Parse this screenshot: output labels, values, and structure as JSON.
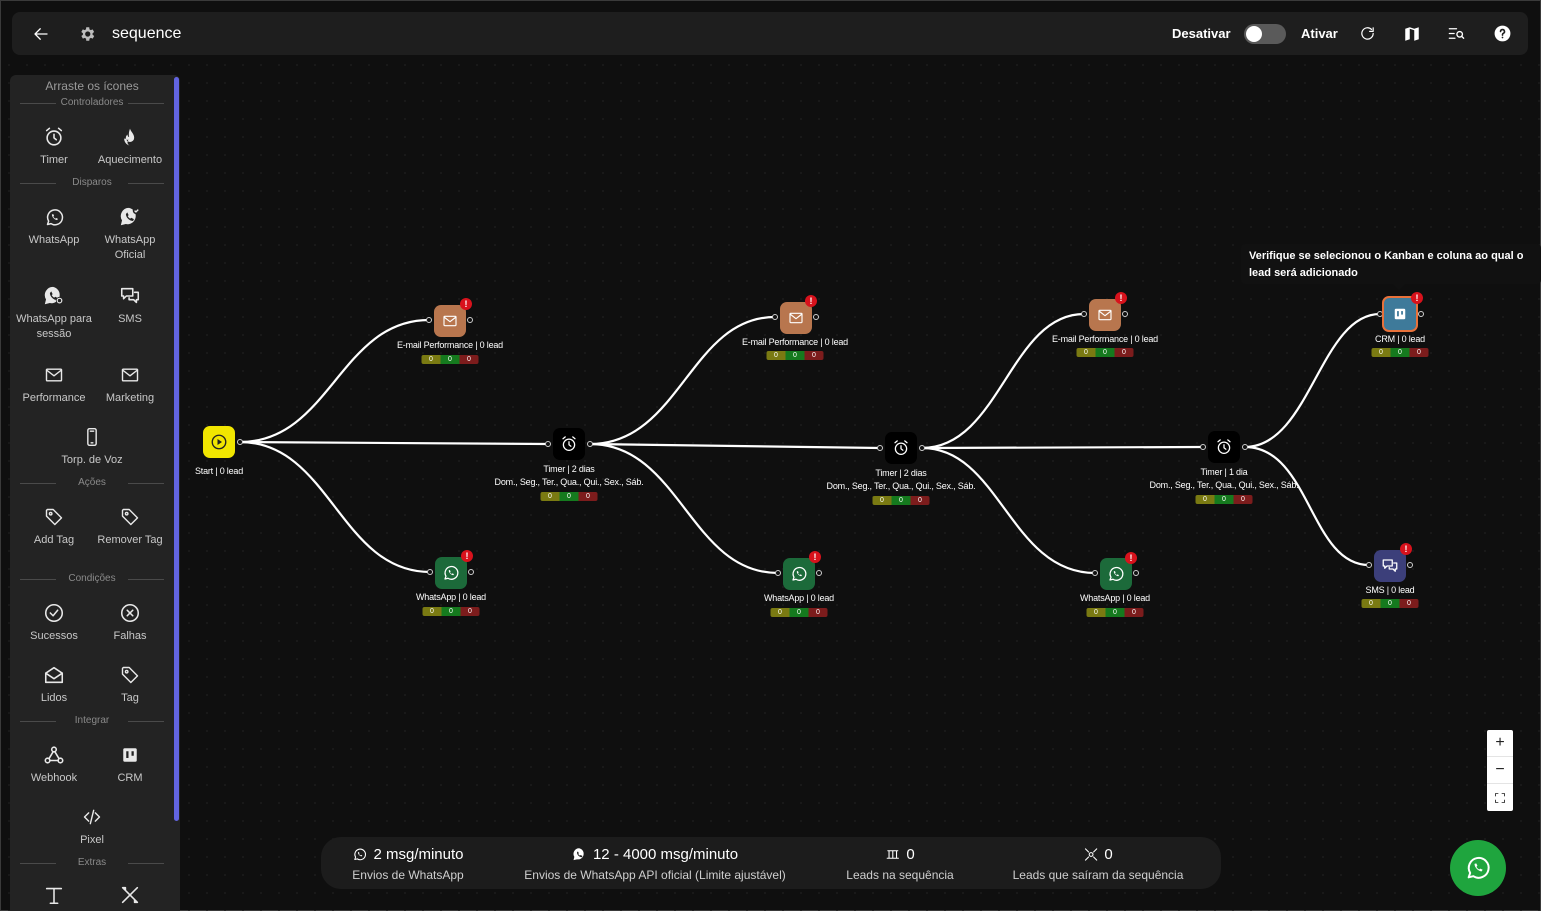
{
  "topbar": {
    "title": "sequence",
    "deactivate_label": "Desativar",
    "activate_label": "Ativar"
  },
  "sidebar": {
    "heading": "Arraste os ícones",
    "sections": {
      "controllers": "Controladores",
      "dispatches": "Disparos",
      "actions": "Ações",
      "conditions": "Condições",
      "integrate": "Integrar",
      "extras": "Extras"
    },
    "items": {
      "timer": "Timer",
      "warmup": "Aquecimento",
      "whatsapp": "WhatsApp",
      "whatsapp_official": "WhatsApp Oficial",
      "whatsapp_session": "WhatsApp para sessão",
      "sms": "SMS",
      "performance": "Performance",
      "marketing": "Marketing",
      "voice": "Torp. de Voz",
      "add_tag": "Add Tag",
      "remove_tag": "Remover Tag",
      "success": "Sucessos",
      "failures": "Falhas",
      "read": "Lidos",
      "tag": "Tag",
      "webhook": "Webhook",
      "crm": "CRM",
      "pixel": "Pixel"
    }
  },
  "flow": {
    "start": {
      "label": "Start | 0 lead"
    },
    "timer1": {
      "label": "Timer | 2 dias",
      "days": "Dom., Seg., Ter., Qua., Qui., Sex., Sáb.",
      "stats": [
        "0",
        "0",
        "0"
      ]
    },
    "timer2": {
      "label": "Timer | 2 dias",
      "days": "Dom., Seg., Ter., Qua., Qui., Sex., Sáb.",
      "stats": [
        "0",
        "0",
        "0"
      ]
    },
    "timer3": {
      "label": "Timer | 1 dia",
      "days": "Dom., Seg., Ter., Qua., Qui., Sex., Sáb.",
      "stats": [
        "0",
        "0",
        "0"
      ]
    },
    "email1": {
      "label": "E-mail Performance | 0 lead",
      "stats": [
        "0",
        "0",
        "0"
      ],
      "badge": "!"
    },
    "email2": {
      "label": "E-mail Performance | 0 lead",
      "stats": [
        "0",
        "0",
        "0"
      ],
      "badge": "!"
    },
    "email3": {
      "label": "E-mail Performance | 0 lead",
      "stats": [
        "0",
        "0",
        "0"
      ],
      "badge": "!"
    },
    "wa1": {
      "label": "WhatsApp | 0 lead",
      "stats": [
        "0",
        "0",
        "0"
      ],
      "badge": "!"
    },
    "wa2": {
      "label": "WhatsApp | 0 lead",
      "stats": [
        "0",
        "0",
        "0"
      ],
      "badge": "!"
    },
    "wa3": {
      "label": "WhatsApp | 0 lead",
      "stats": [
        "0",
        "0",
        "0"
      ],
      "badge": "!"
    },
    "crm": {
      "label": "CRM | 0 lead",
      "stats": [
        "0",
        "0",
        "0"
      ],
      "badge": "!"
    },
    "sms": {
      "label": "SMS | 0 lead",
      "stats": [
        "0",
        "0",
        "0"
      ],
      "badge": "!"
    }
  },
  "tooltip": "Verifique se selecionou o Kanban e coluna ao qual o lead será adicionado",
  "zoom": {
    "in": "+",
    "out": "−"
  },
  "statbar": {
    "wa_rate": "2 msg/minuto",
    "wa_rate_label": "Envios de WhatsApp",
    "api_rate": "12 - 4000 msg/minuto",
    "api_rate_label": "Envios de WhatsApp API oficial (Limite ajustável)",
    "leads_in": "0",
    "leads_in_label": "Leads na sequência",
    "leads_out": "0",
    "leads_out_label": "Leads que saíram da sequência"
  },
  "colors": {
    "accent": "#6264e0",
    "email_node": "#b8764e",
    "whatsapp_node": "#1c6a3a",
    "crm_node": "#3e7a9a",
    "crm_border": "#e8713a",
    "sms_node": "#3c3f7a",
    "start_node": "#f1e600",
    "fab": "#1fa53e"
  }
}
